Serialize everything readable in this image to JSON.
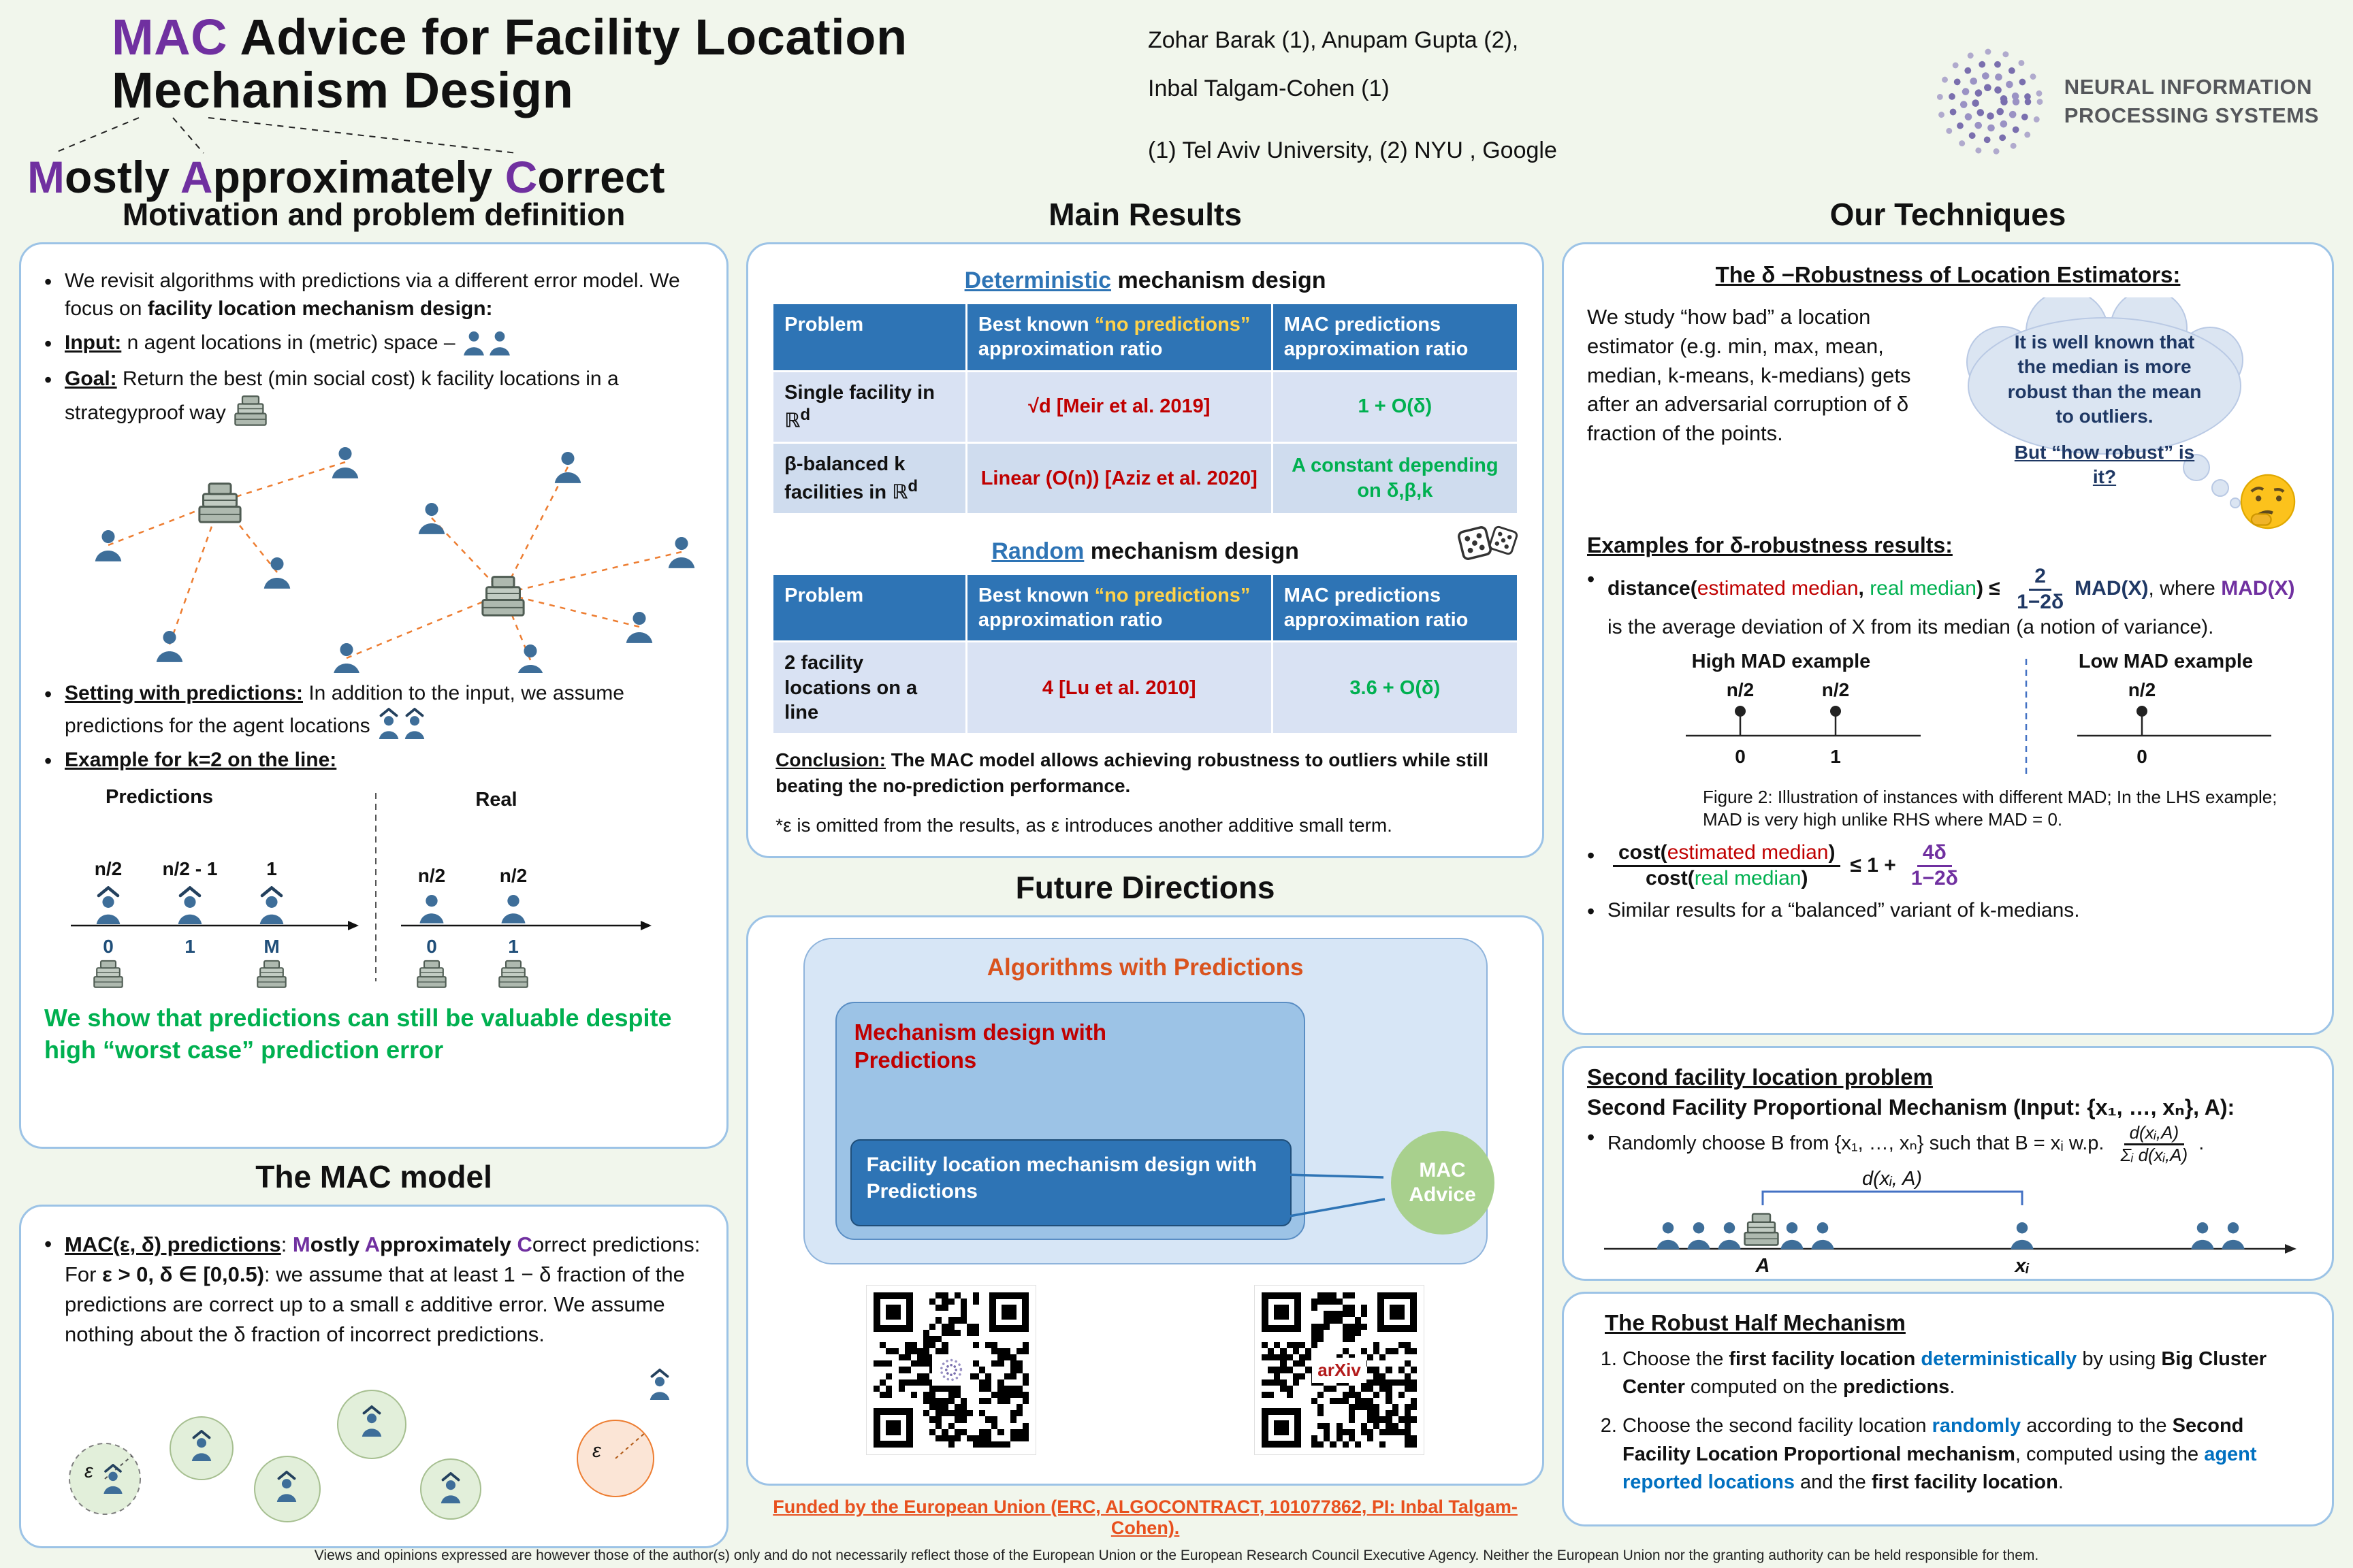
{
  "header": {
    "title_mac": "MAC",
    "title_rest": " Advice for Facility Location Mechanism Design",
    "sub_m": "M",
    "sub_t1": "ostly ",
    "sub_a": "A",
    "sub_t2": "pproximately ",
    "sub_c": "C",
    "sub_t3": "orrect",
    "authors_line1": "Zohar Barak (1), Anupam Gupta (2),",
    "authors_line2": "Inbal Talgam-Cohen (1)",
    "affiliations": "(1) Tel Aviv University, (2) NYU , Google",
    "logo_line1": "NEURAL INFORMATION",
    "logo_line2": "PROCESSING SYSTEMS"
  },
  "motivation": {
    "title": "Motivation and problem definition",
    "b1_t1": "We revisit algorithms with predictions via a different error model. We focus on ",
    "b1_t2": "facility location mechanism design:",
    "b2_label": "Input:",
    "b2_t": " n agent locations in (metric) space – ",
    "b3_label": "Goal:",
    "b3_t": " Return the best (min social cost) k facility locations in a strategyproof way ",
    "b4_label": "Setting with predictions:",
    "b4_t": " In addition to the input, we assume predictions for the agent locations ",
    "b5_label": "Example for k=2 on the line:",
    "ex_pred_label": "Predictions",
    "ex_real_label": "Real",
    "ex_pred_c0": "n/2",
    "ex_pred_c1": "n/2 - 1",
    "ex_pred_c2": "1",
    "ex_pred_t0": "0",
    "ex_pred_t1": "1",
    "ex_pred_t2": "M",
    "ex_real_c0": "n/2",
    "ex_real_c1": "n/2",
    "ex_real_t0": "0",
    "ex_real_t1": "1",
    "conclusion": "We show that predictions can still be valuable despite high “worst case” prediction error"
  },
  "mac_model": {
    "title": "The MAC model",
    "p_t1": "MAC(ε, δ) predictions",
    "p_t2": ": ",
    "p_m": "M",
    "p_t3": "ostly ",
    "p_a": "A",
    "p_t4": "pproximately ",
    "p_c": "C",
    "p_t5": "orrect predictions: For ",
    "p_t6": "ε > 0, δ ∈ [0,0.5)",
    "p_t7": ": we assume that at least 1 − δ fraction of the predictions are correct up to a small ε additive error. We assume nothing about the δ fraction of incorrect predictions.",
    "eps1": "ε",
    "eps2": "ε"
  },
  "results": {
    "title": "Main Results",
    "det_link": "Deterministic",
    "det_rest": " mechanism design",
    "rand_link": "Random",
    "rand_rest": " mechanism design",
    "h_problem": "Problem",
    "h_no_pred_1": "Best known ",
    "h_no_pred_q": "“no predictions”",
    "h_no_pred_2": " approximation  ratio",
    "h_mac": "MAC predictions approximation ratio",
    "det_rows": [
      {
        "p1": "Single facility in ",
        "p2": "ℝ",
        "p3": "d",
        "no_pred": "√d  [Meir et al. 2019]",
        "mac": "1 + O(δ)"
      },
      {
        "p1": "β-balanced k facilities in ",
        "p2": "ℝ",
        "p3": "d",
        "no_pred": "Linear (O(n)) [Aziz et al. 2020]",
        "mac": "A constant depending on δ,β,k"
      }
    ],
    "rand_row": {
      "p": "2 facility locations on a line",
      "no_pred": "4 [Lu et al. 2010]",
      "mac": "3.6 + O(δ)"
    },
    "conclusion_label": "Conclusion:",
    "conclusion_text": " The MAC model allows achieving robustness to outliers while still beating the no-prediction performance.",
    "note": "*ε is omitted from the results, as ε introduces another additive small term."
  },
  "future": {
    "title": "Future Directions",
    "outer_label": "Algorithms with Predictions",
    "middle_label": "Mechanism design with Predictions",
    "inner_label": "Facility location mechanism design with Predictions",
    "badge_line1": "MAC",
    "badge_line2": "Advice",
    "qr2_label": "arXiv",
    "funding": "Funded by the European Union (ERC, ALGOCONTRACT, 101077862, PI: Inbal Talgam-Cohen)."
  },
  "techniques": {
    "title": "Our Techniques",
    "rob_heading": "The δ −Robustness of Location Estimators:",
    "rob_body": "We study “how bad” a location estimator (e.g. min, max, mean, median, k-means, k-medians)  gets after an adversarial corruption of δ fraction of the points.",
    "bubble_t1": "It is well known that the median is more robust than the mean to outliers.",
    "bubble_t2": "But “how robust” is it?",
    "ex_heading": "Examples for δ-robustness results:",
    "d_t1": "distance(",
    "d_est": "estimated median",
    "d_t2": ", ",
    "d_real": "real median",
    "d_t3": ") ≤ ",
    "d_num": "2",
    "d_den": "1−2δ",
    "d_mad": "MAD(X)",
    "d_t4": ", where ",
    "d_mad2": "MAD(X)",
    "d_t5": " is the average deviation of X from its median (a notion of variance).",
    "mad_high_label": "High MAD example",
    "mad_low_label": "Low MAD example",
    "mad_h_c0": "n/2",
    "mad_h_c1": "n/2",
    "mad_h_t0": "0",
    "mad_h_t1": "1",
    "mad_l_c0": "n/2",
    "mad_l_t0": "0",
    "fig_caption": "Figure 2: Illustration of instances with different MAD; In the LHS example; MAD is very high unlike RHS where MAD = 0.",
    "c_t1": "cost(",
    "c_est": "estimated median",
    "c_t2": ")",
    "c_t3": "cost(",
    "c_real": "real median",
    "c_t4": ")",
    "c_mid": "≤ 1 +",
    "c_num": "4δ",
    "c_den": "1−2δ",
    "similar": "Similar results for a “balanced” variant of k-medians."
  },
  "second": {
    "heading": "Second facility location problem",
    "subheading": "Second Facility Proportional Mechanism (Input: {x₁, …, xₙ}, A):",
    "b_t1": "Randomly choose B from {x₁, …, xₙ} such that B = xᵢ  w.p. ",
    "b_num": "d(xᵢ,A)",
    "b_den": "Σᵢ d(xᵢ,A)",
    "b_t2": ".",
    "dist_label": "d(xᵢ, A)",
    "a_label": "A",
    "xi_label": "xᵢ"
  },
  "robust": {
    "heading": "The Robust Half Mechanism",
    "i1_t1": "Choose the ",
    "i1_b1": "first facility location ",
    "i1_blue": "deterministically",
    "i1_t2": " by using ",
    "i1_b2": "Big Cluster Center",
    "i1_t3": " computed on the ",
    "i1_b3": "predictions",
    "i1_t4": ".",
    "i2_t1": " Choose the second facility location ",
    "i2_blue1": "randomly",
    "i2_t2": " according to the ",
    "i2_b1": "Second Facility Location Proportional mechanism",
    "i2_t3": ", computed using the ",
    "i2_blue2": "agent reported locations",
    "i2_t4": " and the ",
    "i2_b2": "first facility location",
    "i2_t5": "."
  },
  "footer": "Views and opinions expressed are however those of the author(s) only and do not necessarily reflect those of the European Union or the European Research Council Executive Agency. Neither the European Union nor the granting authority can be held responsible for them."
}
